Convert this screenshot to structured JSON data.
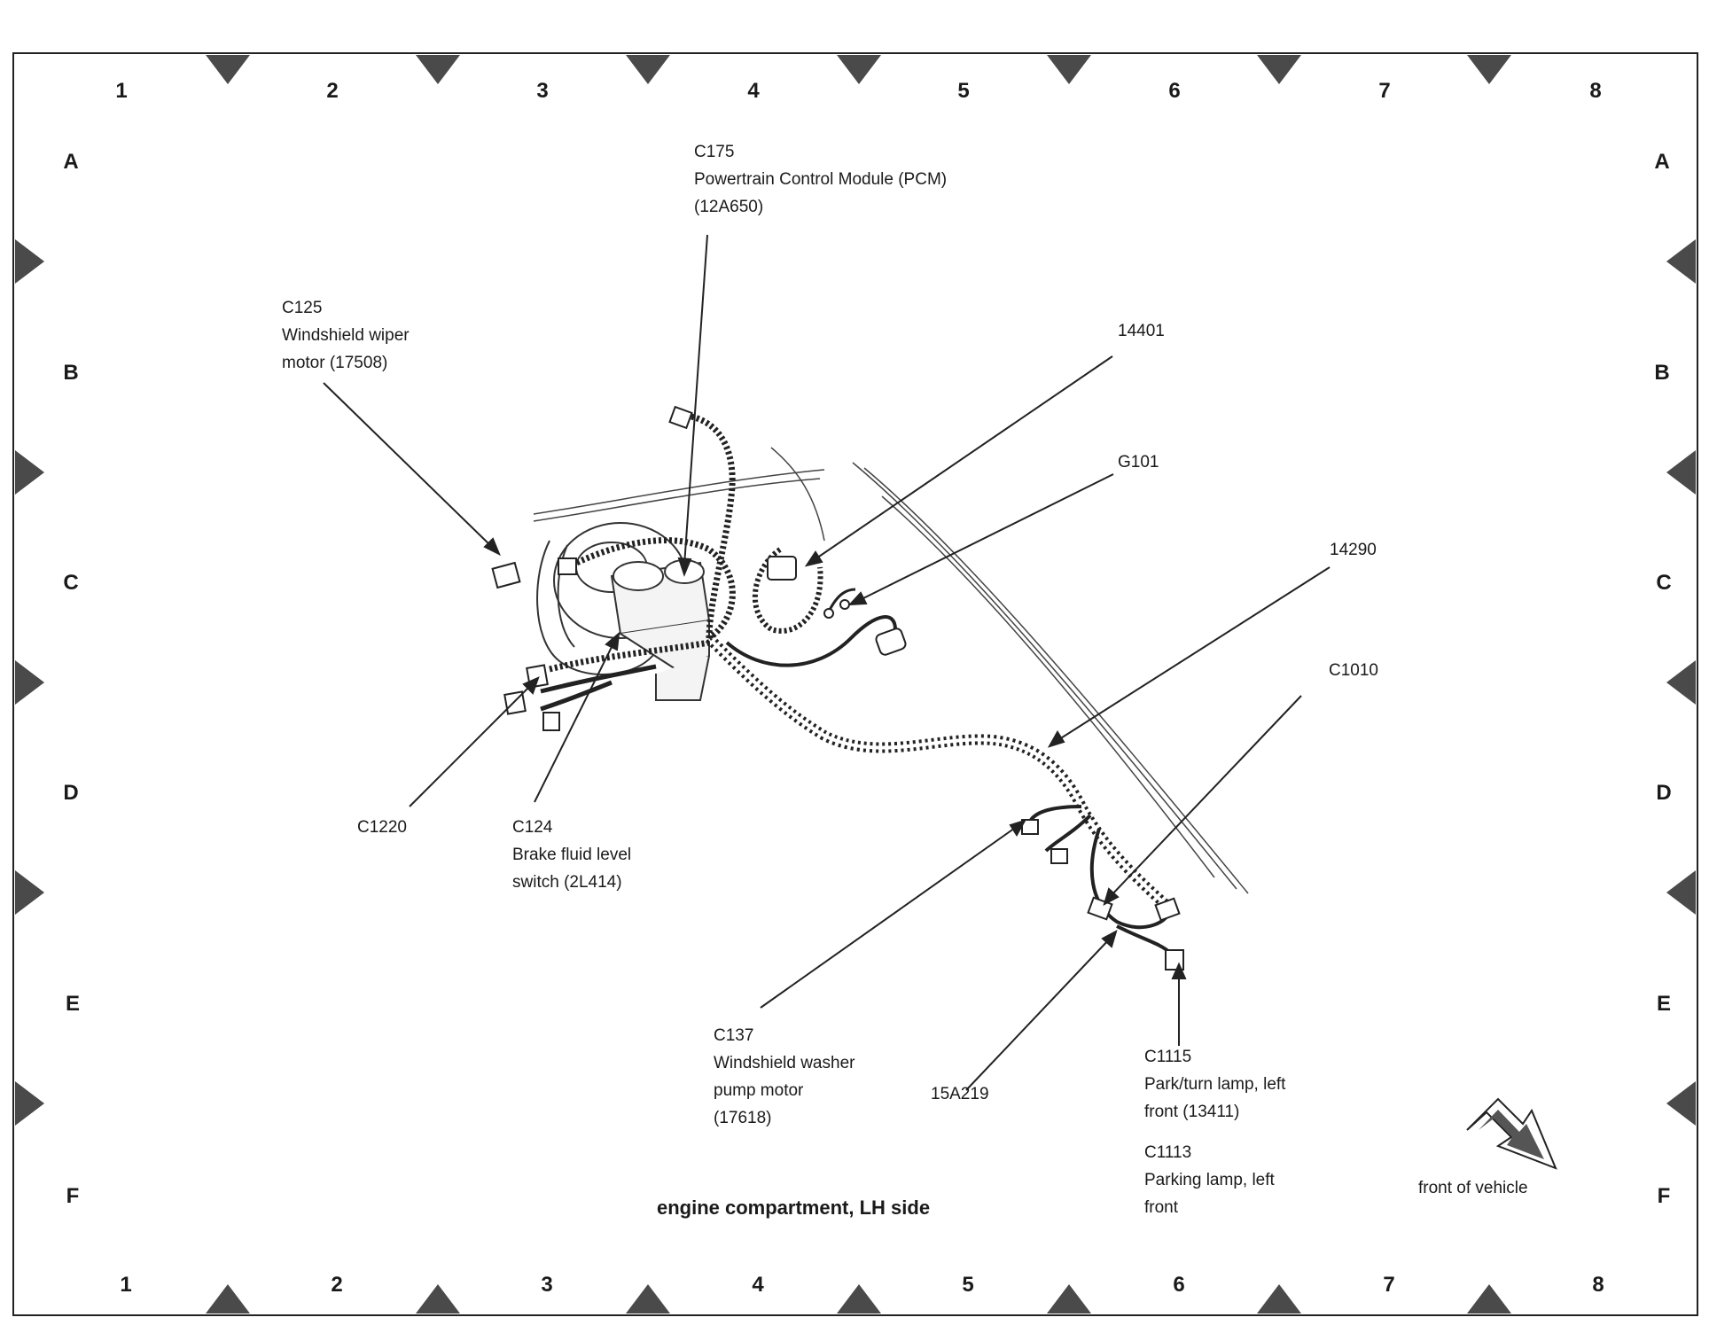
{
  "grid": {
    "columns": [
      "1",
      "2",
      "3",
      "4",
      "5",
      "6",
      "7",
      "8"
    ],
    "rows": [
      "A",
      "B",
      "C",
      "D",
      "E",
      "F"
    ]
  },
  "callouts": {
    "c175": {
      "id": "C175",
      "line1": "Powertrain Control Module (PCM)",
      "line2": "(12A650)"
    },
    "c125": {
      "id": "C125",
      "line1": "Windshield wiper",
      "line2": "motor (17508)"
    },
    "n14401": {
      "id": "14401"
    },
    "g101": {
      "id": "G101"
    },
    "n14290": {
      "id": "14290"
    },
    "c1010": {
      "id": "C1010"
    },
    "c1220": {
      "id": "C1220"
    },
    "c124": {
      "id": "C124",
      "line1": "Brake fluid level",
      "line2": "switch (2L414)"
    },
    "c137": {
      "id": "C137",
      "line1": "Windshield washer",
      "line2": "pump motor",
      "line3": "(17618)"
    },
    "n15a219": {
      "id": "15A219"
    },
    "c1115": {
      "id": "C1115",
      "line1": "Park/turn lamp, left",
      "line2": "front (13411)"
    },
    "c1113": {
      "id": "C1113",
      "line1": "Parking lamp, left",
      "line2": "front"
    }
  },
  "caption": "engine compartment, LH side",
  "direction_label": "front of vehicle"
}
